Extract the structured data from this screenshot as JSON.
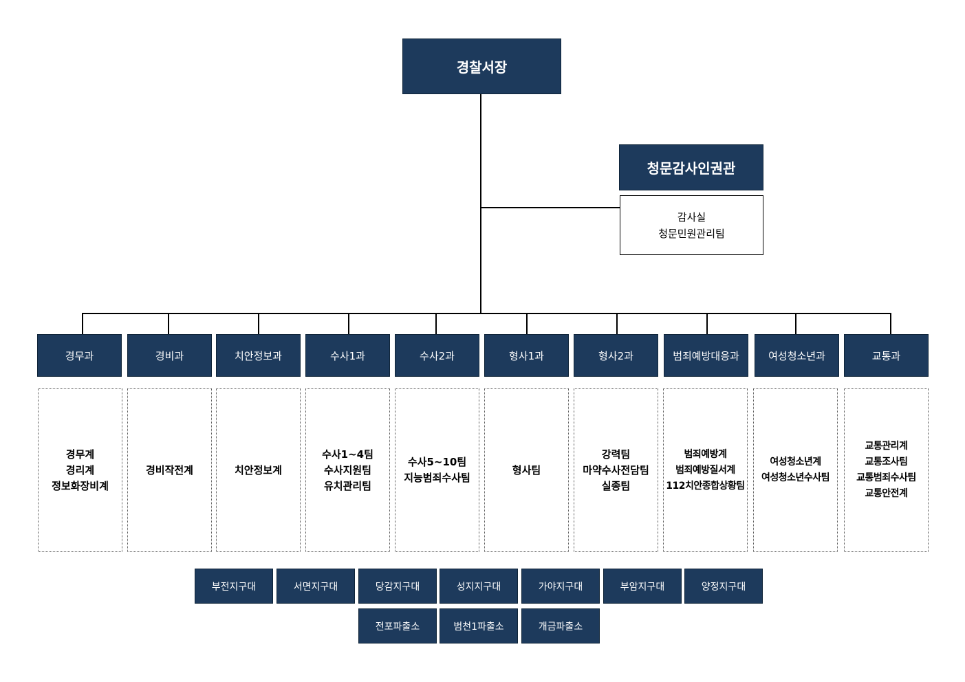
{
  "chief": "경찰서장",
  "audit": {
    "title": "청문감사인권관",
    "items": [
      "감사실",
      "청문민원관리팀"
    ]
  },
  "departments": [
    {
      "name": "경무과",
      "teams": [
        "경무계",
        "경리계",
        "정보화장비계"
      ]
    },
    {
      "name": "경비과",
      "teams": [
        "경비작전계"
      ]
    },
    {
      "name": "치안정보과",
      "teams": [
        "치안정보계"
      ]
    },
    {
      "name": "수사1과",
      "teams": [
        "수사1~4팀",
        "수사지원팀",
        "유치관리팀"
      ]
    },
    {
      "name": "수사2과",
      "teams": [
        "수사5~10팀",
        "지능범죄수사팀"
      ]
    },
    {
      "name": "형사1과",
      "teams": [
        "형사팀"
      ]
    },
    {
      "name": "형사2과",
      "teams": [
        "강력팀",
        "마약수사전담팀",
        "실종팀"
      ]
    },
    {
      "name": "범죄예방대응과",
      "teams": [
        "범죄예방계",
        "범죄예방질서계",
        "112치안종합상황팀"
      ]
    },
    {
      "name": "여성청소년과",
      "teams": [
        "여성청소년계",
        "여성청소년수사팀"
      ]
    },
    {
      "name": "교통과",
      "teams": [
        "교통관리계",
        "교통조사팀",
        "교통범죄수사팀",
        "교통안전계"
      ]
    }
  ],
  "units_row1": [
    "부전지구대",
    "서면지구대",
    "당감지구대",
    "성지지구대",
    "가야지구대",
    "부암지구대",
    "양정지구대"
  ],
  "units_row2": [
    "전포파출소",
    "범천1파출소",
    "개금파출소"
  ]
}
